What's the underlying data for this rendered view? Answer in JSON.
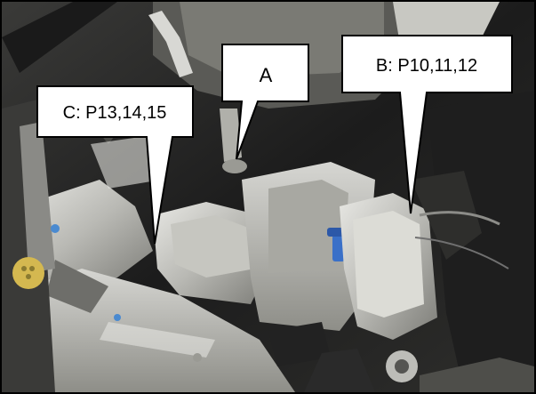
{
  "callouts": {
    "a": "A",
    "b": "B: P10,11,12",
    "c": "C: P13,14,15"
  },
  "colors": {
    "callout_fill": "#ffffff",
    "callout_stroke": "#000000",
    "frame_border": "#000000"
  }
}
